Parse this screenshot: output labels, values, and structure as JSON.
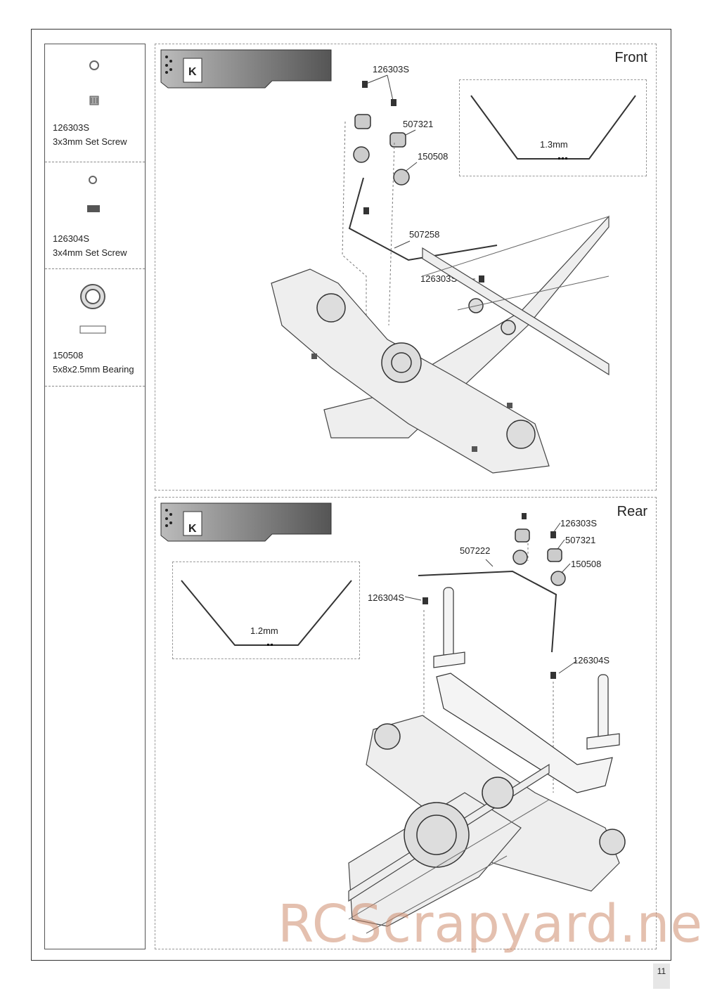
{
  "parts": [
    {
      "code": "126303S",
      "description": "3x3mm Set Screw"
    },
    {
      "code": "126304S",
      "description": "3x4mm Set Screw"
    },
    {
      "code": "150508",
      "description": "5x8x2.5mm Bearing"
    }
  ],
  "panels": {
    "front": {
      "title": "Front",
      "bag": "K",
      "inset_label": "1.3mm",
      "callouts": [
        "126303S",
        "507321",
        "150508",
        "507258",
        "126303S"
      ]
    },
    "rear": {
      "title": "Rear",
      "bag": "K",
      "inset_label": "1.2mm",
      "callouts": [
        "126303S",
        "507321",
        "507222",
        "150508",
        "126304S",
        "126304S"
      ]
    }
  },
  "page_number": "11",
  "watermark": "RCScrapyard.net"
}
